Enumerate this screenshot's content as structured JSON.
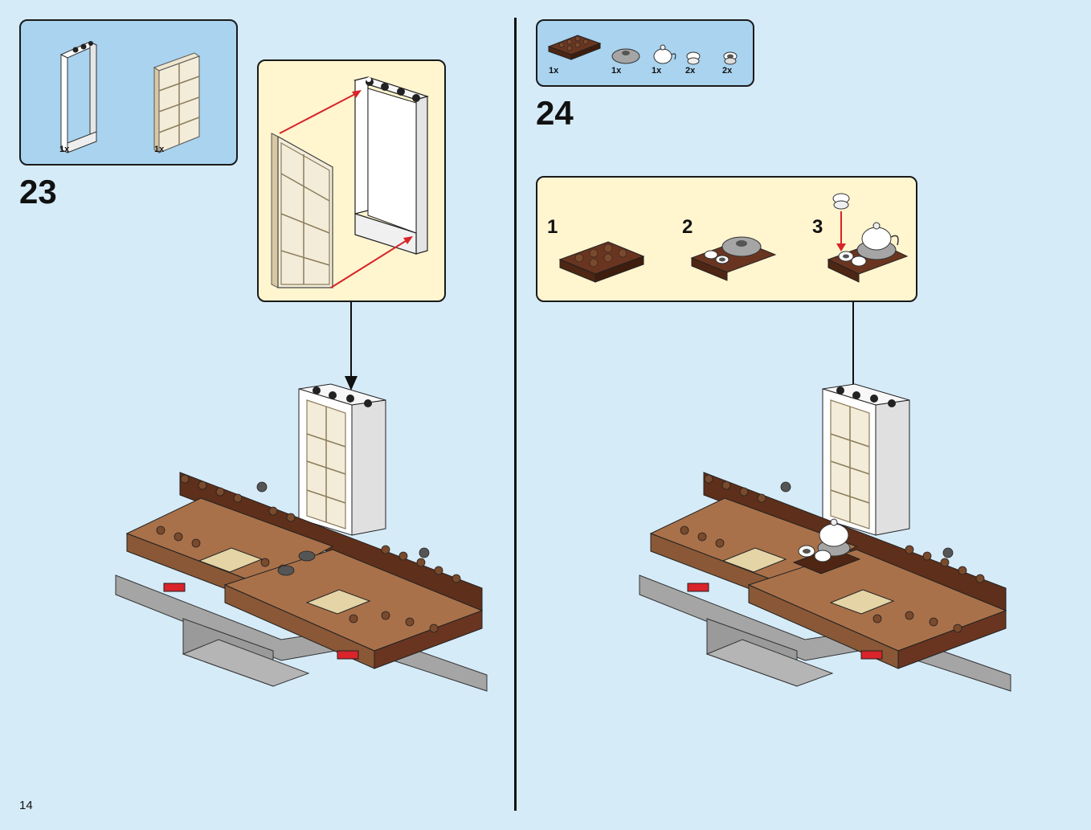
{
  "page": {
    "number": "14"
  },
  "steps": [
    {
      "number": "23",
      "parts": [
        {
          "name": "white-door-frame",
          "qty": "1x"
        },
        {
          "name": "tan-window-pane",
          "qty": "1x"
        }
      ]
    },
    {
      "number": "24",
      "parts": [
        {
          "name": "brown-plate-2x3",
          "qty": "1x"
        },
        {
          "name": "gray-round-plate",
          "qty": "1x"
        },
        {
          "name": "white-teapot",
          "qty": "1x"
        },
        {
          "name": "white-cup",
          "qty": "2x"
        },
        {
          "name": "white-cup-gray",
          "qty": "2x"
        }
      ],
      "substeps": [
        "1",
        "2",
        "3"
      ]
    }
  ],
  "colors": {
    "background": "#d6ebf8",
    "parts_panel": "#a9d3ef",
    "subassembly_panel": "#fff5cf",
    "arrow_red": "#d8242a",
    "brick_brown": "#6a3520",
    "brick_light_brown": "#a9714a",
    "brick_tan": "#e4d4a6",
    "brick_gray": "#a5a5a5"
  }
}
